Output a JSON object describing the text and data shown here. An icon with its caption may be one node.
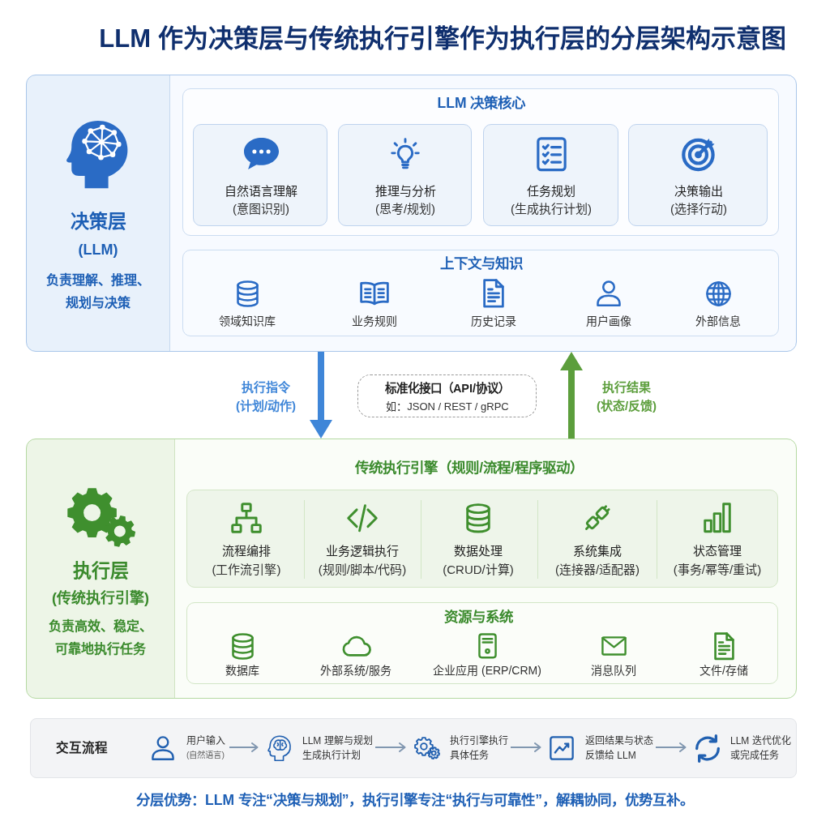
{
  "diagram": {
    "title": "LLM 作为决策层与传统执行引擎作为执行层的分层架构示意图",
    "nodes": [
      {
        "text": [
          "决策层",
          "(LLM)",
          "负责理解、推理、规划与决策"
        ]
      },
      {
        "text": [
          "LLM 决策核心"
        ],
        "in": 0
      },
      {
        "text": [
          "自然语言理解",
          "(意图识别)"
        ],
        "in": 1
      },
      {
        "text": [
          "推理与分析",
          "(思考/规划)"
        ],
        "in": 1
      },
      {
        "text": [
          "任务规划",
          "(生成执行计划)"
        ],
        "in": 1
      },
      {
        "text": [
          "决策输出",
          "(选择行动)"
        ],
        "in": 1
      },
      {
        "text": [
          "上下文与知识",
          "领域知识库",
          "业务规则",
          "历史记录",
          "用户画像",
          "外部信息"
        ],
        "in": 0
      },
      {
        "text": [
          "标准化接口（API/协议）",
          "如：JSON / REST / gRPC"
        ]
      },
      {
        "text": [
          "执行层",
          "(传统执行引擎)",
          "负责高效、稳定、可靠地执行任务",
          "传统执行引擎（规则/流程/程序驱动）"
        ]
      },
      {
        "text": [],
        "shape": "box",
        "in": 8
      },
      {
        "text": [
          "流程编排",
          "(工作流引擎)"
        ],
        "in": 9
      },
      {
        "text": [
          "业务逻辑执行",
          "(规则/脚本/代码)"
        ],
        "in": 9
      },
      {
        "text": [
          "数据处理",
          "(CRUD/计算)"
        ],
        "in": 9
      },
      {
        "text": [
          "系统集成",
          "(连接器/适配器)"
        ],
        "in": 9
      },
      {
        "text": [
          "状态管理",
          "(事务/幂等/重试)"
        ],
        "in": 9
      },
      {
        "text": [
          "资源与系统",
          "数据库",
          "外部系统/服务",
          "企业应用 (ERP/CRM)",
          "消息队列",
          "文件/存储"
        ],
        "in": 8
      },
      {
        "text": [
          "交互流程"
        ]
      },
      {
        "text": [
          "用户输入",
          "(自然语言)"
        ],
        "in": 16
      },
      {
        "text": [
          "LLM 理解与规划",
          "生成执行计划"
        ],
        "in": 16
      },
      {
        "text": [
          "执行引擎执行",
          "具体任务"
        ],
        "in": 16
      },
      {
        "text": [
          "返回结果与状态",
          "反馈给 LLM"
        ],
        "in": 16
      },
      {
        "text": [
          "LLM 迭代优化",
          "或完成任务"
        ],
        "in": 16
      }
    ],
    "edges": [
      {
        "from": 0,
        "to": 8,
        "arrow": "to",
        "label": "执行指令 (计划/动作)",
        "style": "thick",
        "color": "#3f86d8"
      },
      {
        "from": 8,
        "to": 0,
        "arrow": "to",
        "label": "执行结果 (状态/反馈)",
        "style": "thick",
        "color": "#5c9e3c"
      },
      {
        "from": 17,
        "to": 18,
        "arrow": "to"
      },
      {
        "from": 18,
        "to": 19,
        "arrow": "to"
      },
      {
        "from": 19,
        "to": 20,
        "arrow": "to"
      },
      {
        "from": 20,
        "to": 21,
        "arrow": "to"
      }
    ],
    "caption": "分层优势：LLM 专注“决策与规划”，执行引擎专注“执行与可靠性”，解耦协同，优势互补。"
  }
}
